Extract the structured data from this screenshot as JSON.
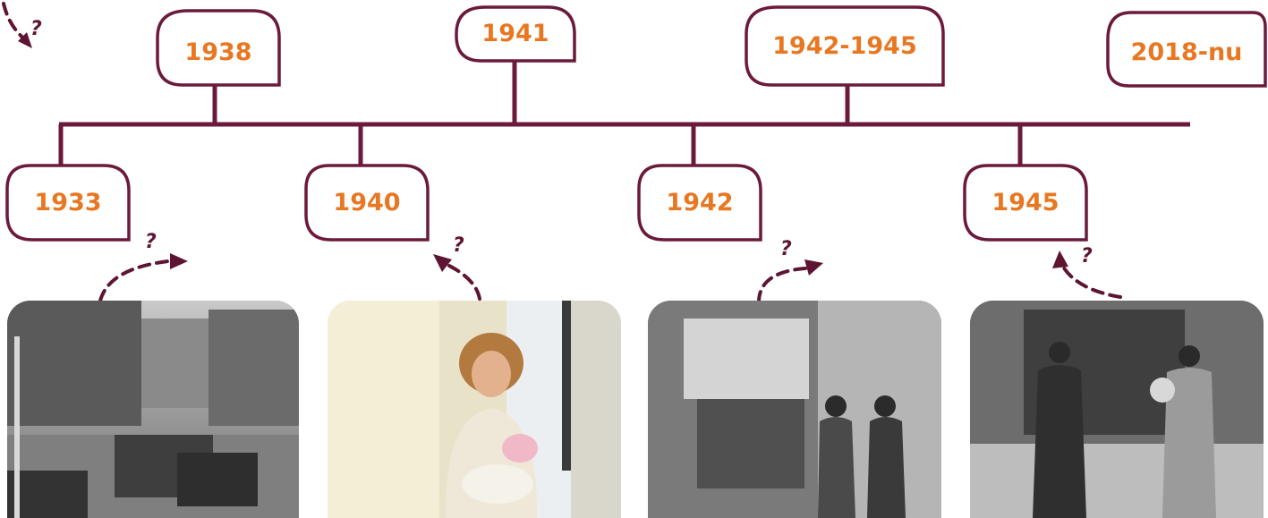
{
  "colors": {
    "line": "#6b1a3c",
    "year_text": "#e87722",
    "question_mark": "#5e1433"
  },
  "timeline": {
    "top_years": [
      {
        "label": "1938"
      },
      {
        "label": "1941"
      },
      {
        "label": "1942-1945"
      },
      {
        "label": "2018-nu"
      }
    ],
    "bottom_years": [
      {
        "label": "1933"
      },
      {
        "label": "1940"
      },
      {
        "label": "1942"
      },
      {
        "label": "1945"
      }
    ]
  },
  "question_marks": [
    "?",
    "?",
    "?",
    "?",
    "?"
  ],
  "photos": [
    {
      "subject": "street-with-military-trucks",
      "style": "black-and-white"
    },
    {
      "subject": "woman-holding-doll-in-classroom",
      "style": "color"
    },
    {
      "subject": "broken-shop-window-with-men",
      "style": "black-and-white"
    },
    {
      "subject": "people-at-train-wagon",
      "style": "black-and-white"
    }
  ]
}
